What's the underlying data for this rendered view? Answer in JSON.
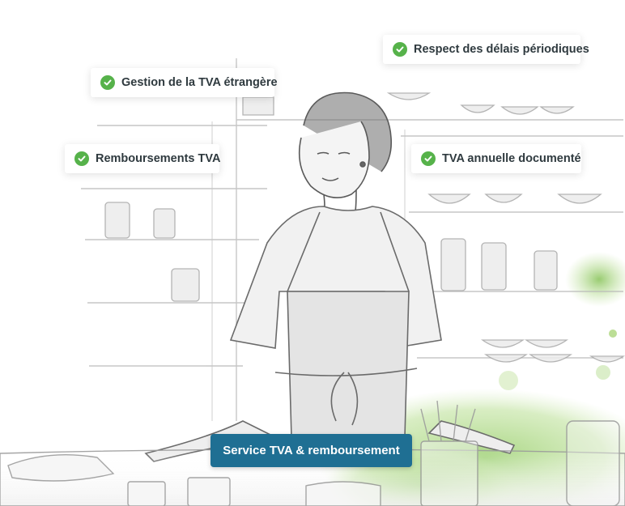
{
  "features": [
    {
      "label": "Respect des délais périodiques",
      "icon": "check-circle-icon"
    },
    {
      "label": "Gestion de la TVA étrangère",
      "icon": "check-circle-icon"
    },
    {
      "label": "Remboursements TVA",
      "icon": "check-circle-icon"
    },
    {
      "label": "TVA annuelle documenté",
      "icon": "check-circle-icon"
    }
  ],
  "cta": {
    "label": "Service TVA & remboursement"
  },
  "colors": {
    "check": "#56b24a",
    "cta_bg": "#1f6f93",
    "watercolor": "#9fd06a",
    "sketch": "#9a9a9a"
  }
}
